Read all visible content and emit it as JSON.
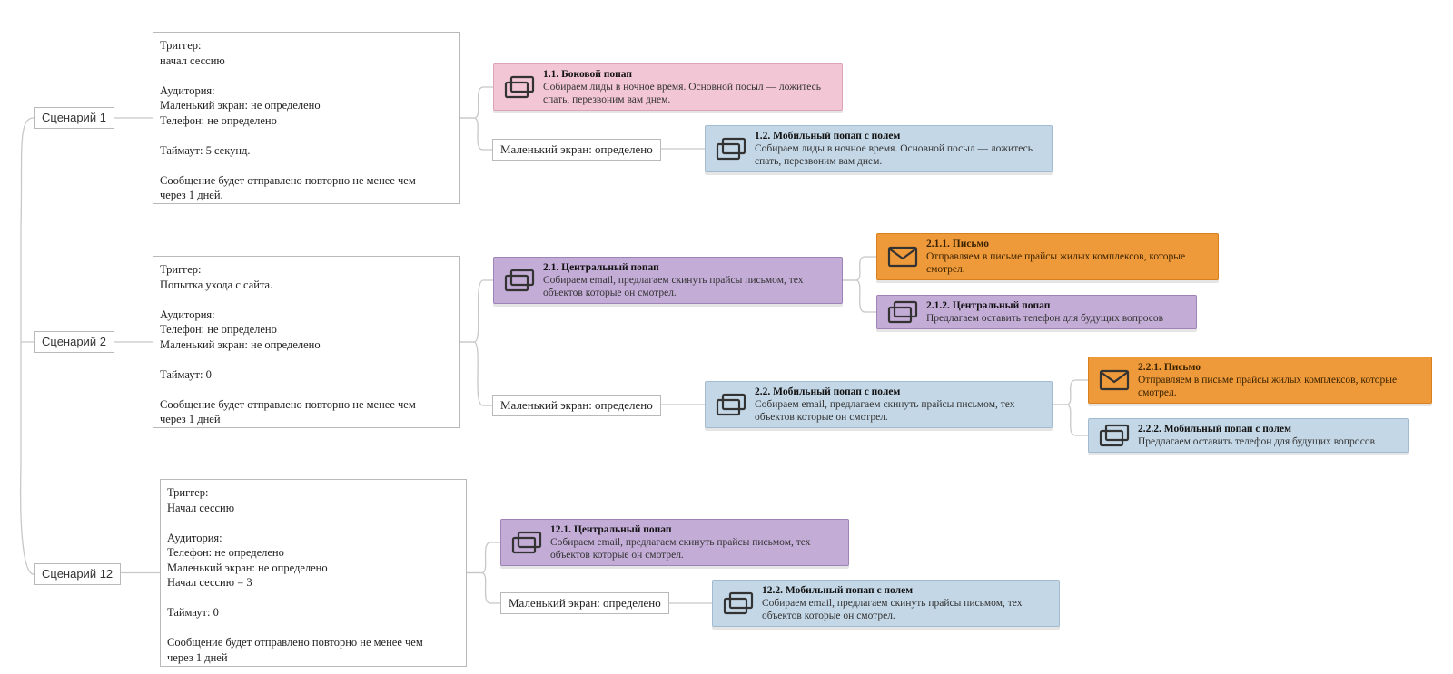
{
  "scenarios": [
    {
      "label": "Сценарий 1",
      "info": [
        "Триггер:",
        "начал сессию",
        "",
        "Аудитория:",
        "Маленький экран: не определено",
        "Телефон: не определено",
        "",
        "Таймаут: 5 секунд.",
        "",
        "Сообщение будет отправлено повторно не менее чем",
        "через 1 дней."
      ],
      "cards": [
        {
          "title": "1.1. Боковой попап",
          "desc": "Собираем лиды в ночное время. Основной посыл — ложитесь спать, перезвоним вам днем.",
          "style": "pink",
          "icon": "popup-icon"
        }
      ],
      "condition": "Маленький экран: определено",
      "condition_cards": [
        {
          "title": "1.2. Мобильный попап с полем",
          "desc": "Собираем лиды в ночное время. Основной посыл — ложитесь спать, перезвоним вам днем.",
          "style": "blue",
          "icon": "popup-icon"
        }
      ]
    },
    {
      "label": "Сценарий 2",
      "info": [
        "Триггер:",
        "Попытка ухода с сайта.",
        "",
        "Аудитория:",
        "Телефон: не определено",
        "Маленький экран: не определено",
        "",
        "Таймаут: 0",
        "",
        "Сообщение будет отправлено повторно не менее чем",
        "через 1 дней"
      ],
      "cards": [
        {
          "title": "2.1. Центральный попап",
          "desc": "Собираем email, предлагаем скинуть прайсы письмом, тех объектов которые он смотрел.",
          "style": "purple",
          "icon": "popup-icon"
        }
      ],
      "sub_cards": [
        {
          "title": "2.1.1. Письмо",
          "desc": "Отправляем в письме прайсы жилых комплексов, которые смотрел.",
          "style": "orange",
          "icon": "envelope-icon"
        },
        {
          "title": "2.1.2. Центральный попап",
          "desc": "Предлагаем оставить телефон для будущих вопросов",
          "style": "purple",
          "icon": "popup-icon"
        }
      ],
      "condition": "Маленький экран: определено",
      "condition_cards": [
        {
          "title": "2.2. Мобильный попап с полем",
          "desc": "Собираем email, предлагаем скинуть прайсы письмом, тех объектов которые он смотрел.",
          "style": "blue",
          "icon": "popup-icon"
        }
      ],
      "condition_sub_cards": [
        {
          "title": "2.2.1. Письмо",
          "desc": "Отправляем в письме прайсы жилых комплексов, которые смотрел.",
          "style": "orange",
          "icon": "envelope-icon"
        },
        {
          "title": "2.2.2. Мобильный попап с полем",
          "desc": "Предлагаем оставить телефон для будущих вопросов",
          "style": "blue",
          "icon": "popup-icon"
        }
      ]
    },
    {
      "label": "Сценарий 12",
      "info": [
        "Триггер:",
        "Начал сессию",
        "",
        "Аудитория:",
        "Телефон: не определено",
        "Маленький экран: не определено",
        "Начал сессию = 3",
        "",
        "Таймаут: 0",
        "",
        "Сообщение будет отправлено повторно не менее чем",
        "через 1 дней"
      ],
      "cards": [
        {
          "title": "12.1. Центральный попап",
          "desc": "Собираем email, предлагаем скинуть прайсы письмом, тех объектов которые он смотрел.",
          "style": "purple",
          "icon": "popup-icon"
        }
      ],
      "condition": "Маленький экран: определено",
      "condition_cards": [
        {
          "title": "12.2. Мобильный попап с полем",
          "desc": "Собираем email, предлагаем скинуть прайсы письмом, тех объектов которые он смотрел.",
          "style": "blue",
          "icon": "popup-icon"
        }
      ]
    }
  ],
  "colors": {
    "pink": "#f2c6d4",
    "blue": "#c4d7e6",
    "purple": "#c3acd6",
    "orange": "#ef9a3a",
    "connector": "#c8c8c8"
  }
}
